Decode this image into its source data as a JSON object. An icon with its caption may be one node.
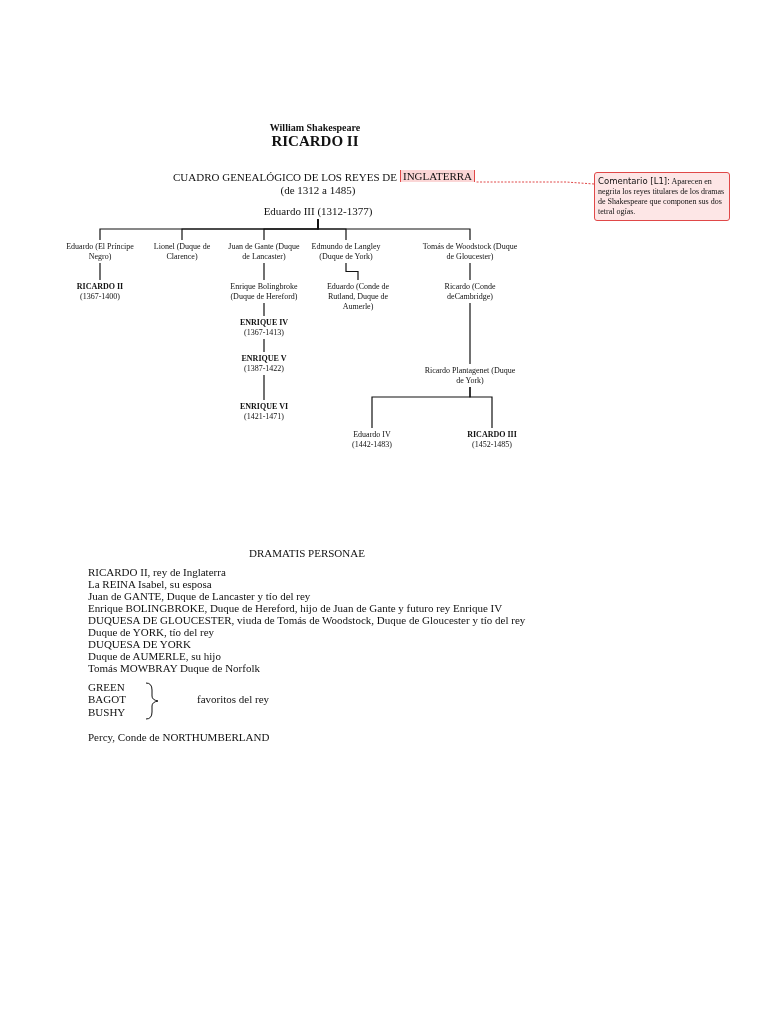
{
  "diagram": {
    "title": "RICARDO II",
    "nodes": [
      {
        "text": [
          "Eduardo III (1312-1377)"
        ]
      },
      {
        "text": [
          "Eduardo (El Príncipe Negro)"
        ]
      },
      {
        "text": [
          "Lionel (Duque de Clarence)"
        ]
      },
      {
        "text": [
          "Juan de Gante (Duque de Lancaster)"
        ]
      },
      {
        "text": [
          "Edmundo de Langley (Duque de York)"
        ]
      },
      {
        "text": [
          "Tomás de Woodstock (Duque de Gloucester)"
        ]
      },
      {
        "text": [
          "RICARDO II",
          "(1367-1400)"
        ]
      },
      {
        "text": [
          "Enrique Bolingbroke (Duque de Hereford)"
        ]
      },
      {
        "text": [
          "Eduardo (Conde de Rutland, Duque de Aumerle)"
        ]
      },
      {
        "text": [
          "Ricardo (Conde deCambridge)"
        ]
      },
      {
        "text": [
          "ENRIQUE IV",
          "(1367-1413)"
        ]
      },
      {
        "text": [
          "ENRIQUE V",
          "(1387-1422)"
        ]
      },
      {
        "text": [
          "ENRIQUE VI",
          "(1421-1471)"
        ]
      },
      {
        "text": [
          "Ricardo Plantagenet (Duque de York)"
        ]
      },
      {
        "text": [
          "Eduardo IV",
          "(1442-1483)"
        ]
      },
      {
        "text": [
          "RICARDO III",
          "(1452-1485)"
        ]
      },
      {
        "text": [
          "Comentario [L1]:",
          "Aparecen en negrita los reyes titulares de los dramas de Shakespeare que componen sus dos tetral ogías."
        ]
      },
      {
        "text": [
          "INGLATERRA"
        ]
      }
    ],
    "edges": [
      {
        "from": 0,
        "to": 1,
        "arrow": "none"
      },
      {
        "from": 0,
        "to": 2,
        "arrow": "none"
      },
      {
        "from": 0,
        "to": 3,
        "arrow": "none"
      },
      {
        "from": 0,
        "to": 4,
        "arrow": "none"
      },
      {
        "from": 0,
        "to": 5,
        "arrow": "none"
      },
      {
        "from": 1,
        "to": 6,
        "arrow": "none"
      },
      {
        "from": 3,
        "to": 7,
        "arrow": "none"
      },
      {
        "from": 4,
        "to": 8,
        "arrow": "none"
      },
      {
        "from": 5,
        "to": 9,
        "arrow": "none"
      },
      {
        "from": 7,
        "to": 10,
        "arrow": "none"
      },
      {
        "from": 10,
        "to": 11,
        "arrow": "none"
      },
      {
        "from": 11,
        "to": 12,
        "arrow": "none"
      },
      {
        "from": 9,
        "to": 13,
        "arrow": "none"
      },
      {
        "from": 13,
        "to": 14,
        "arrow": "none"
      },
      {
        "from": 13,
        "to": 15,
        "arrow": "none"
      },
      {
        "from": 16,
        "to": 17,
        "arrow": "none",
        "style": "dashed",
        "color": "#e04848"
      }
    ],
    "labels": [
      "William Shakespeare",
      "CUADRO GENEALÓGICO DE LOS REYES DE",
      "(de 1312 a 1485)",
      "DRAMATIS PERSONAE",
      "RICARDO II, rey de Inglaterra",
      "La REINA Isabel, su esposa",
      "Juan de GANTE, Duque de Lancaster y tío del rey",
      "Enrique BOLINGBROKE, Duque de Hereford, hijo de Juan de Gante y futuro rey Enrique IV",
      "DUQUESA DE GLOUCESTER, viuda de Tomás de Woodstock, Duque de Gloucester y tío del rey",
      "Duque de YORK, tío del rey",
      "DUQUESA DE YORK",
      "Duque de AUMERLE, su hijo",
      "Tomás MOWBRAY Duque de Norfolk",
      "GREEN",
      "BAGOT",
      "BUSHY",
      "favoritos del rey",
      "Percy, Conde de NORTHUMBERLAND"
    ]
  }
}
